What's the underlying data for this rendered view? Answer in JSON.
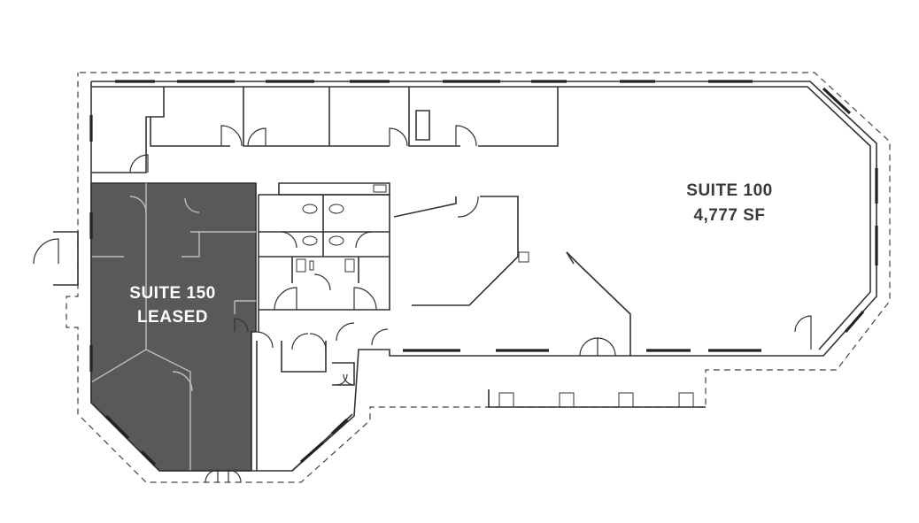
{
  "suites": [
    {
      "name": "SUITE 100",
      "area": "4,777 SF",
      "status": ""
    },
    {
      "name": "SUITE 150",
      "area": "",
      "status": "LEASED"
    }
  ],
  "colors": {
    "leased_fill": "#58595b",
    "wall": "#333333",
    "label_dark": "#3a3a3a",
    "label_light": "#ffffff"
  }
}
